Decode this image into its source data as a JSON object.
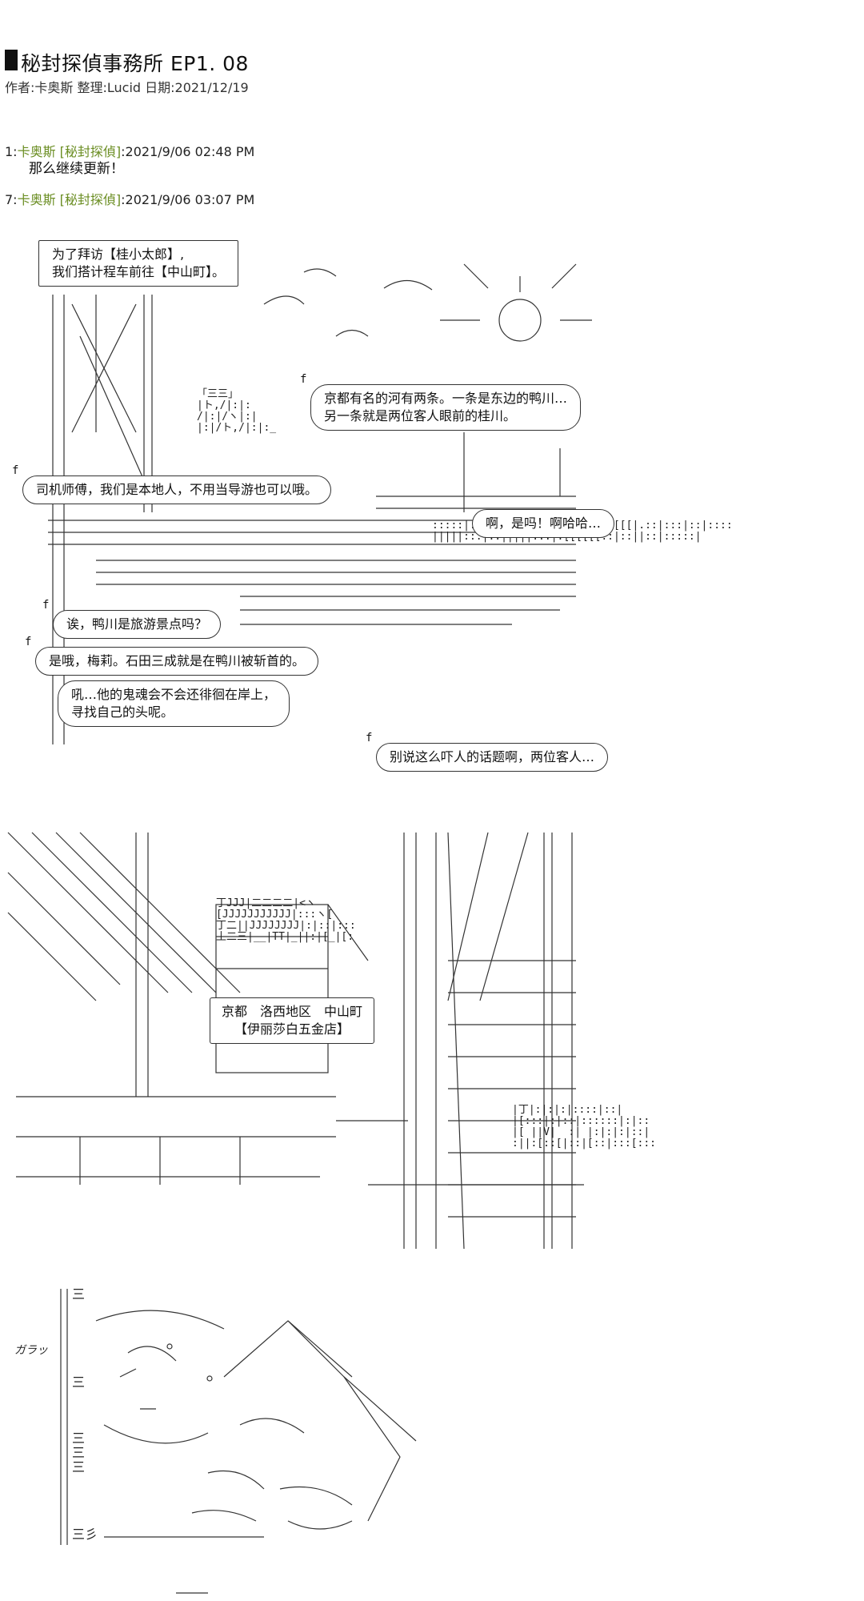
{
  "header": {
    "title": "秘封探偵事務所 EP1. 08",
    "meta": "作者:卡奥斯 整理:Lucid 日期:2021/12/19"
  },
  "posts": [
    {
      "num": "1:",
      "author": "卡奥斯 [秘封探偵]",
      "timestamp": ":2021/9/06 02:48 PM",
      "body": "那么继续更新！"
    },
    {
      "num": "7:",
      "author": "卡奥斯 [秘封探偵]",
      "timestamp": ":2021/9/06 03:07 PM"
    }
  ],
  "panel1": {
    "caption_lines": [
      "为了拜访【桂小太郎】,",
      "我们搭计程车前往【中山町】。"
    ],
    "bubble_kyoto_lines": [
      "京都有名的河有两条。一条是东边的鸭川…",
      "另一条就是两位客人眼前的桂川。"
    ],
    "bubble_local": "司机师傅，我们是本地人，不用当导游也可以哦。",
    "bubble_really": "啊，是吗！啊哈哈…",
    "bubble_question": "诶，鸭川是旅游景点吗？",
    "bubble_answer": "是哦，梅莉。石田三成就是在鸭川被斩首的。",
    "bubble_ghost_lines": [
      "吼…他的鬼魂会不会还徘徊在岸上，",
      "寻找自己的头呢。"
    ],
    "bubble_scary": "别说这么吓人的话题啊，两位客人…"
  },
  "panel2": {
    "location_lines": [
      "京都　洛西地区　中山町",
      "【伊丽莎白五金店】"
    ]
  },
  "panel3": {
    "sfx": "ガラッ",
    "aa_chars": [
      "三",
      "三",
      "三",
      "三",
      "三",
      "三彡"
    ]
  },
  "colors": {
    "author": "#6b8e23",
    "ink": "#222222",
    "background": "#ffffff"
  }
}
